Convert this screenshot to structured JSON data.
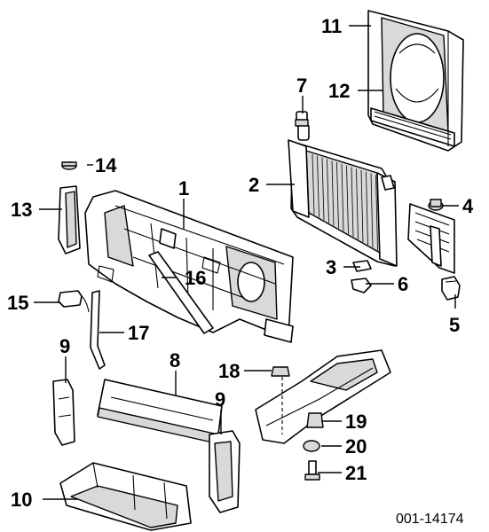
{
  "diagram": {
    "reference_number": "001-14174",
    "callouts": [
      {
        "id": "c1",
        "label": "1"
      },
      {
        "id": "c2",
        "label": "2"
      },
      {
        "id": "c3",
        "label": "3"
      },
      {
        "id": "c4",
        "label": "4"
      },
      {
        "id": "c5",
        "label": "5"
      },
      {
        "id": "c6",
        "label": "6"
      },
      {
        "id": "c7",
        "label": "7"
      },
      {
        "id": "c8",
        "label": "8"
      },
      {
        "id": "c9a",
        "label": "9"
      },
      {
        "id": "c9b",
        "label": "9"
      },
      {
        "id": "c10",
        "label": "10"
      },
      {
        "id": "c11",
        "label": "11"
      },
      {
        "id": "c12",
        "label": "12"
      },
      {
        "id": "c13",
        "label": "13"
      },
      {
        "id": "c14",
        "label": "14"
      },
      {
        "id": "c15",
        "label": "15"
      },
      {
        "id": "c16",
        "label": "16"
      },
      {
        "id": "c17",
        "label": "17"
      },
      {
        "id": "c18",
        "label": "18"
      },
      {
        "id": "c19",
        "label": "19"
      },
      {
        "id": "c20",
        "label": "20"
      },
      {
        "id": "c21",
        "label": "21"
      }
    ]
  }
}
